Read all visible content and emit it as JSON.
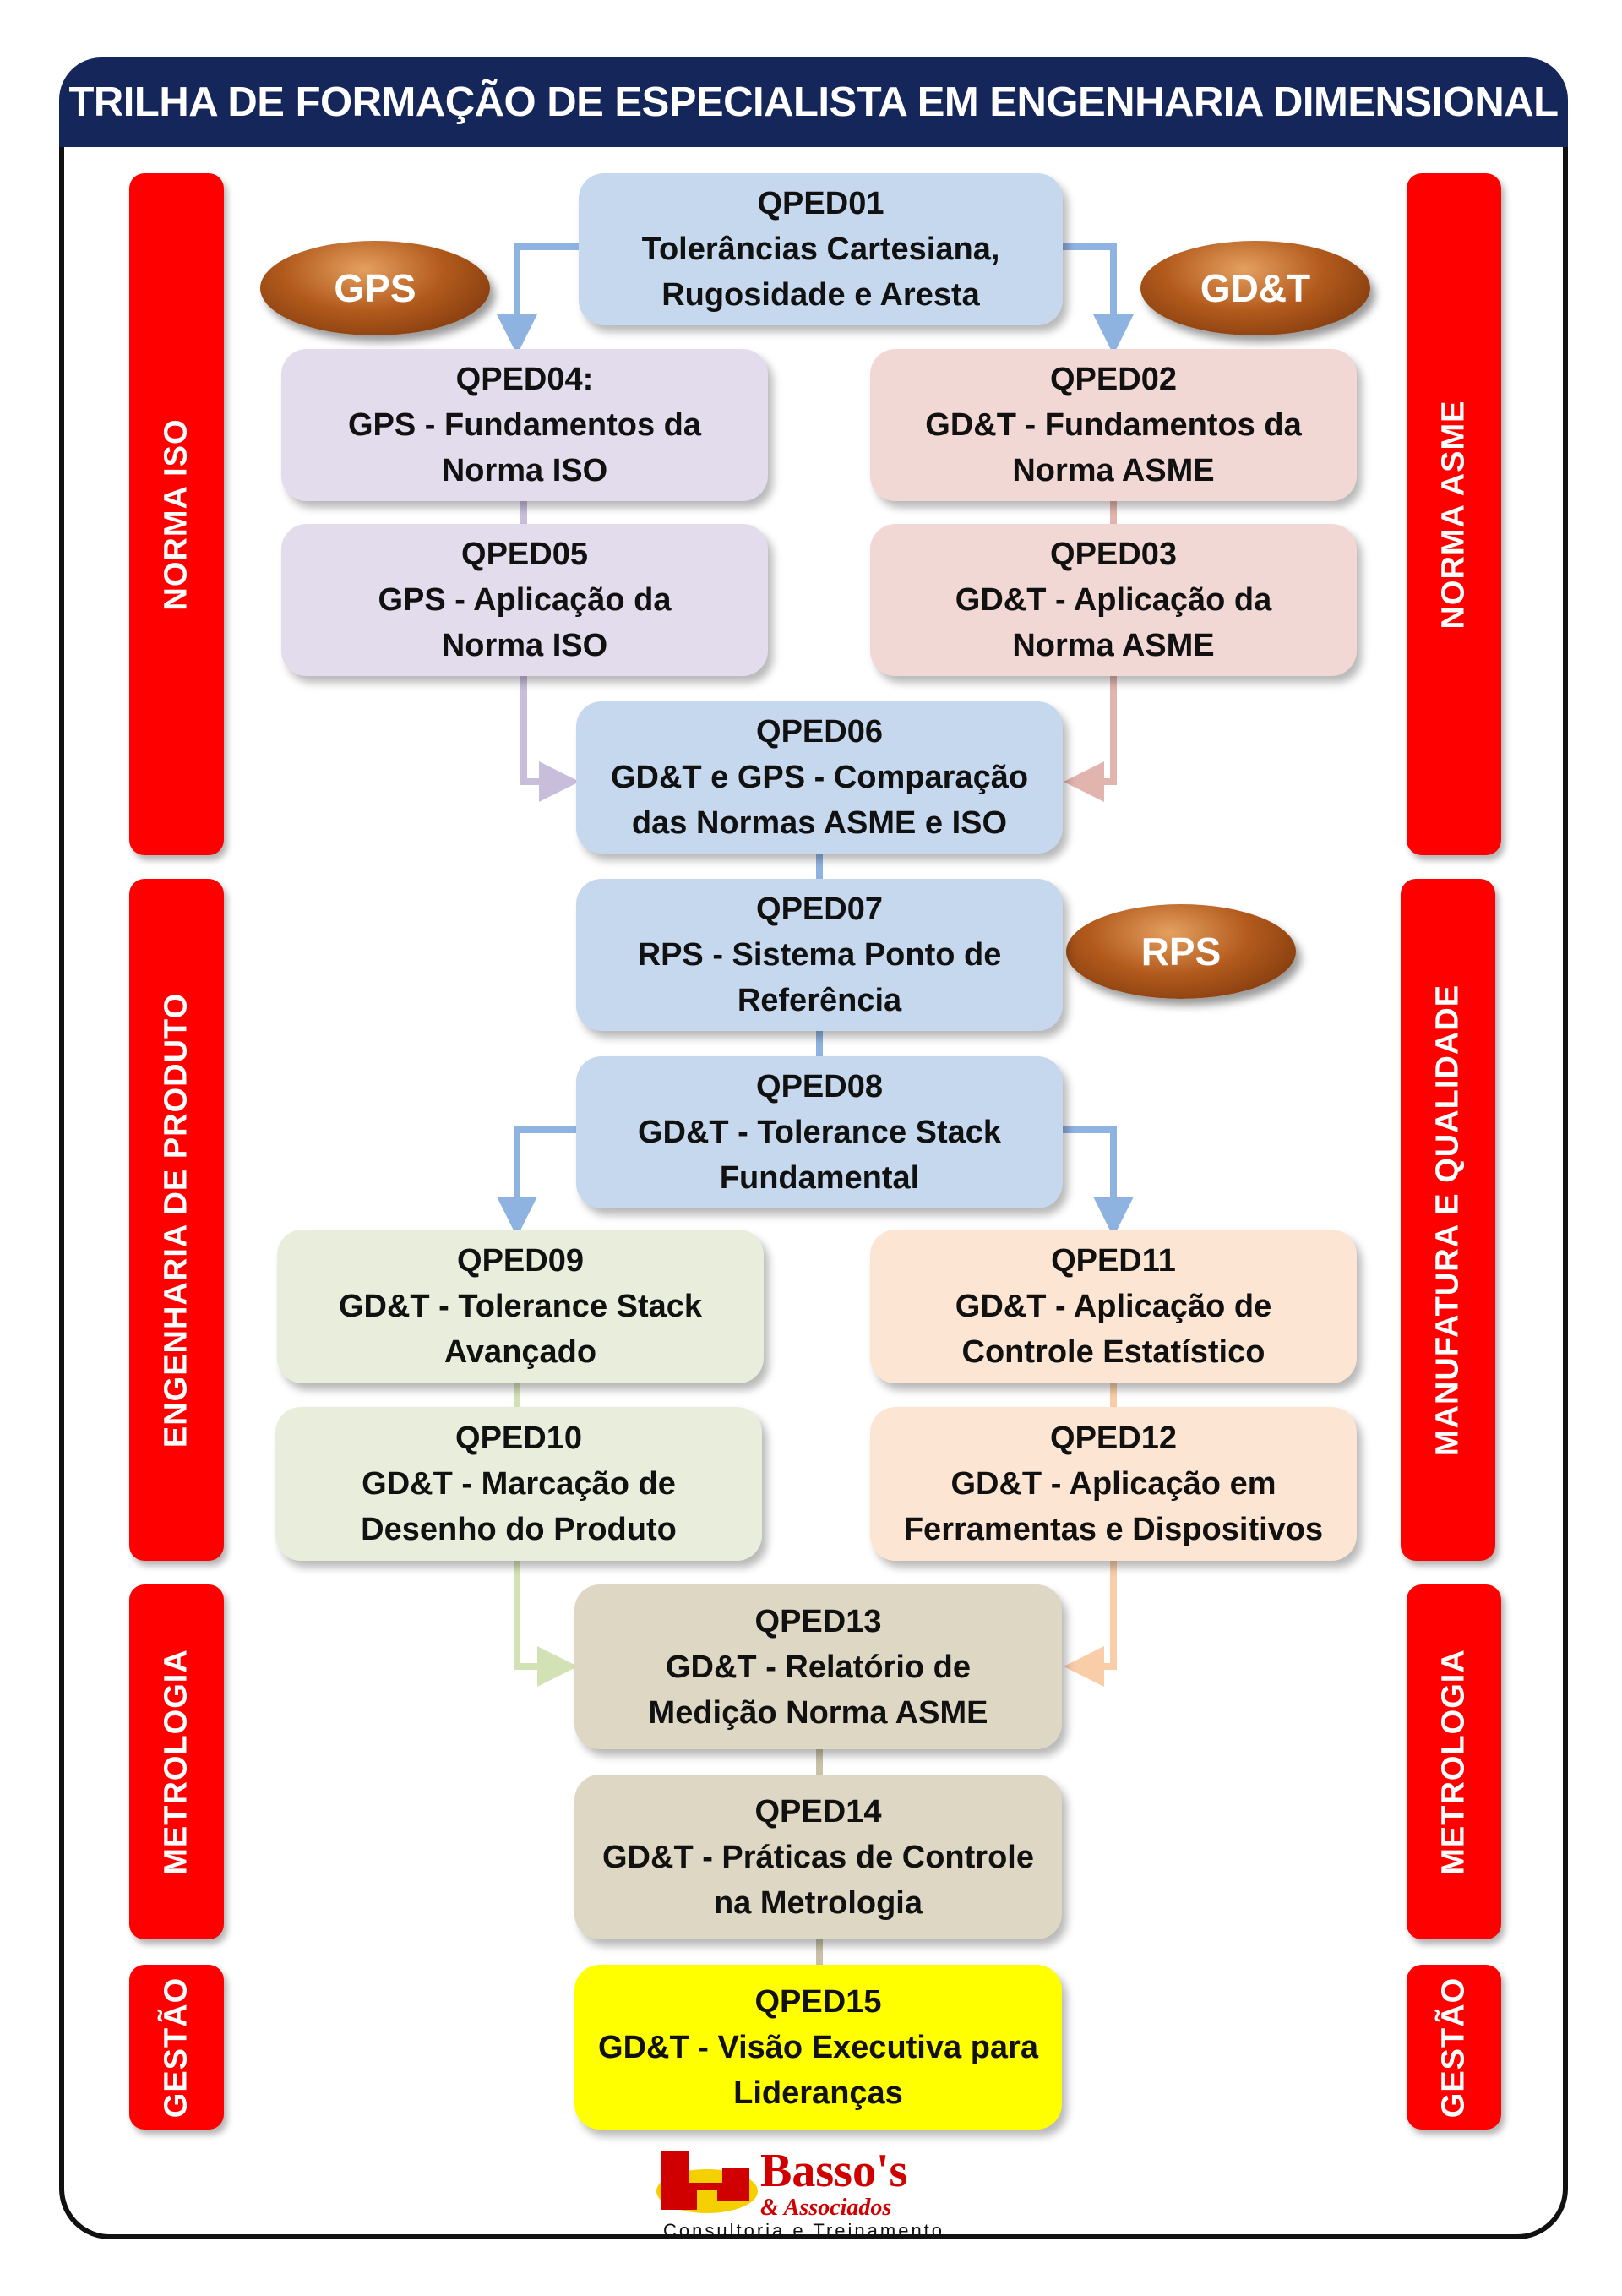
{
  "title": "TRILHA DE FORMAÇÃO DE ESPECIALISTA EM ENGENHARIA DIMENSIONAL",
  "side_labels": {
    "left": [
      "NORMA ISO",
      "ENGENHARIA DE PRODUTO",
      "METROLOGIA",
      "GESTÃO"
    ],
    "right": [
      "NORMA ASME",
      "MANUFATURA E QUALIDADE",
      "METROLOGIA",
      "GESTÃO"
    ]
  },
  "badges": {
    "gps": "GPS",
    "gdt": "GD&T",
    "rps": "RPS"
  },
  "courses": {
    "qped01": {
      "code": "QPED01",
      "line1": "Tolerâncias Cartesiana,",
      "line2": "Rugosidade e Aresta"
    },
    "qped02": {
      "code": "QPED02",
      "line1": "GD&T - Fundamentos da",
      "line2": "Norma ASME"
    },
    "qped03": {
      "code": "QPED03",
      "line1": "GD&T - Aplicação da",
      "line2": "Norma ASME"
    },
    "qped04": {
      "code": "QPED04:",
      "line1": "GPS - Fundamentos da",
      "line2": "Norma ISO"
    },
    "qped05": {
      "code": "QPED05",
      "line1": "GPS - Aplicação da",
      "line2": "Norma ISO"
    },
    "qped06": {
      "code": "QPED06",
      "line1": "GD&T e GPS - Comparação",
      "line2": "das Normas ASME e ISO"
    },
    "qped07": {
      "code": "QPED07",
      "line1": "RPS - Sistema Ponto de",
      "line2": "Referência"
    },
    "qped08": {
      "code": "QPED08",
      "line1": "GD&T - Tolerance Stack",
      "line2": "Fundamental"
    },
    "qped09": {
      "code": "QPED09",
      "line1": "GD&T - Tolerance Stack",
      "line2": "Avançado"
    },
    "qped10": {
      "code": "QPED10",
      "line1": "GD&T - Marcação de",
      "line2": "Desenho do Produto"
    },
    "qped11": {
      "code": "QPED11",
      "line1": "GD&T - Aplicação de",
      "line2": "Controle Estatístico"
    },
    "qped12": {
      "code": "QPED12",
      "line1": "GD&T - Aplicação em",
      "line2": "Ferramentas e Dispositivos"
    },
    "qped13": {
      "code": "QPED13",
      "line1": "GD&T - Relatório de",
      "line2": "Medição Norma ASME"
    },
    "qped14": {
      "code": "QPED14",
      "line1": "GD&T - Práticas de Controle",
      "line2": "na Metrologia"
    },
    "qped15": {
      "code": "QPED15",
      "line1": "GD&T - Visão Executiva para",
      "line2": "Lideranças"
    }
  },
  "colors": {
    "blue": "#c6d8ee",
    "purple": "#e3dcec",
    "pink": "#f2d8d5",
    "green": "#e9eedc",
    "peach": "#fce6d3",
    "taupe": "#ddd7c3",
    "yellow": "#ffff00",
    "side_red": "#ff0000",
    "title_bg": "#14265a"
  },
  "logo": {
    "name": "Basso's",
    "sub1": "& Associados",
    "sub2": "Consultoria e Treinamento"
  }
}
